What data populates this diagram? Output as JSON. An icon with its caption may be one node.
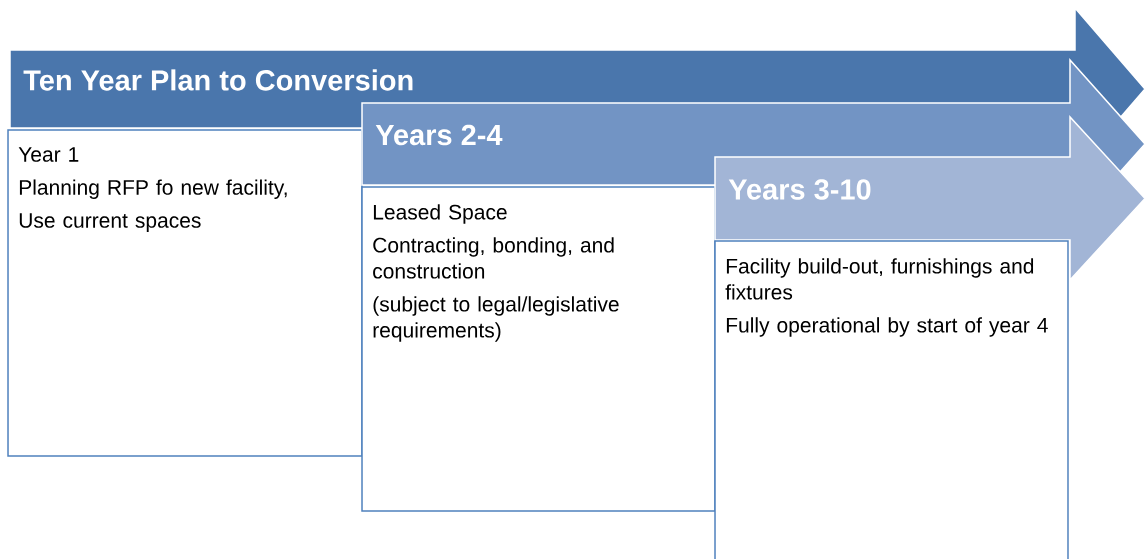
{
  "diagram": {
    "nodes": [
      {
        "text": [
          "Ten Year Plan to Conversion"
        ]
      },
      {
        "text": [
          "Year 1",
          "Planning RFP fo new facility,",
          "Use current spaces"
        ]
      },
      {
        "text": [
          "Years 2-4"
        ]
      },
      {
        "text": [
          "Leased Space",
          "Contracting, bonding, and construction",
          "(subject to legal/legislative requirements)"
        ]
      },
      {
        "text": [
          "Years 3-10"
        ]
      },
      {
        "text": [
          "Facility build-out, furnishings and fixtures",
          "Fully operational by start of year 4"
        ]
      }
    ]
  }
}
